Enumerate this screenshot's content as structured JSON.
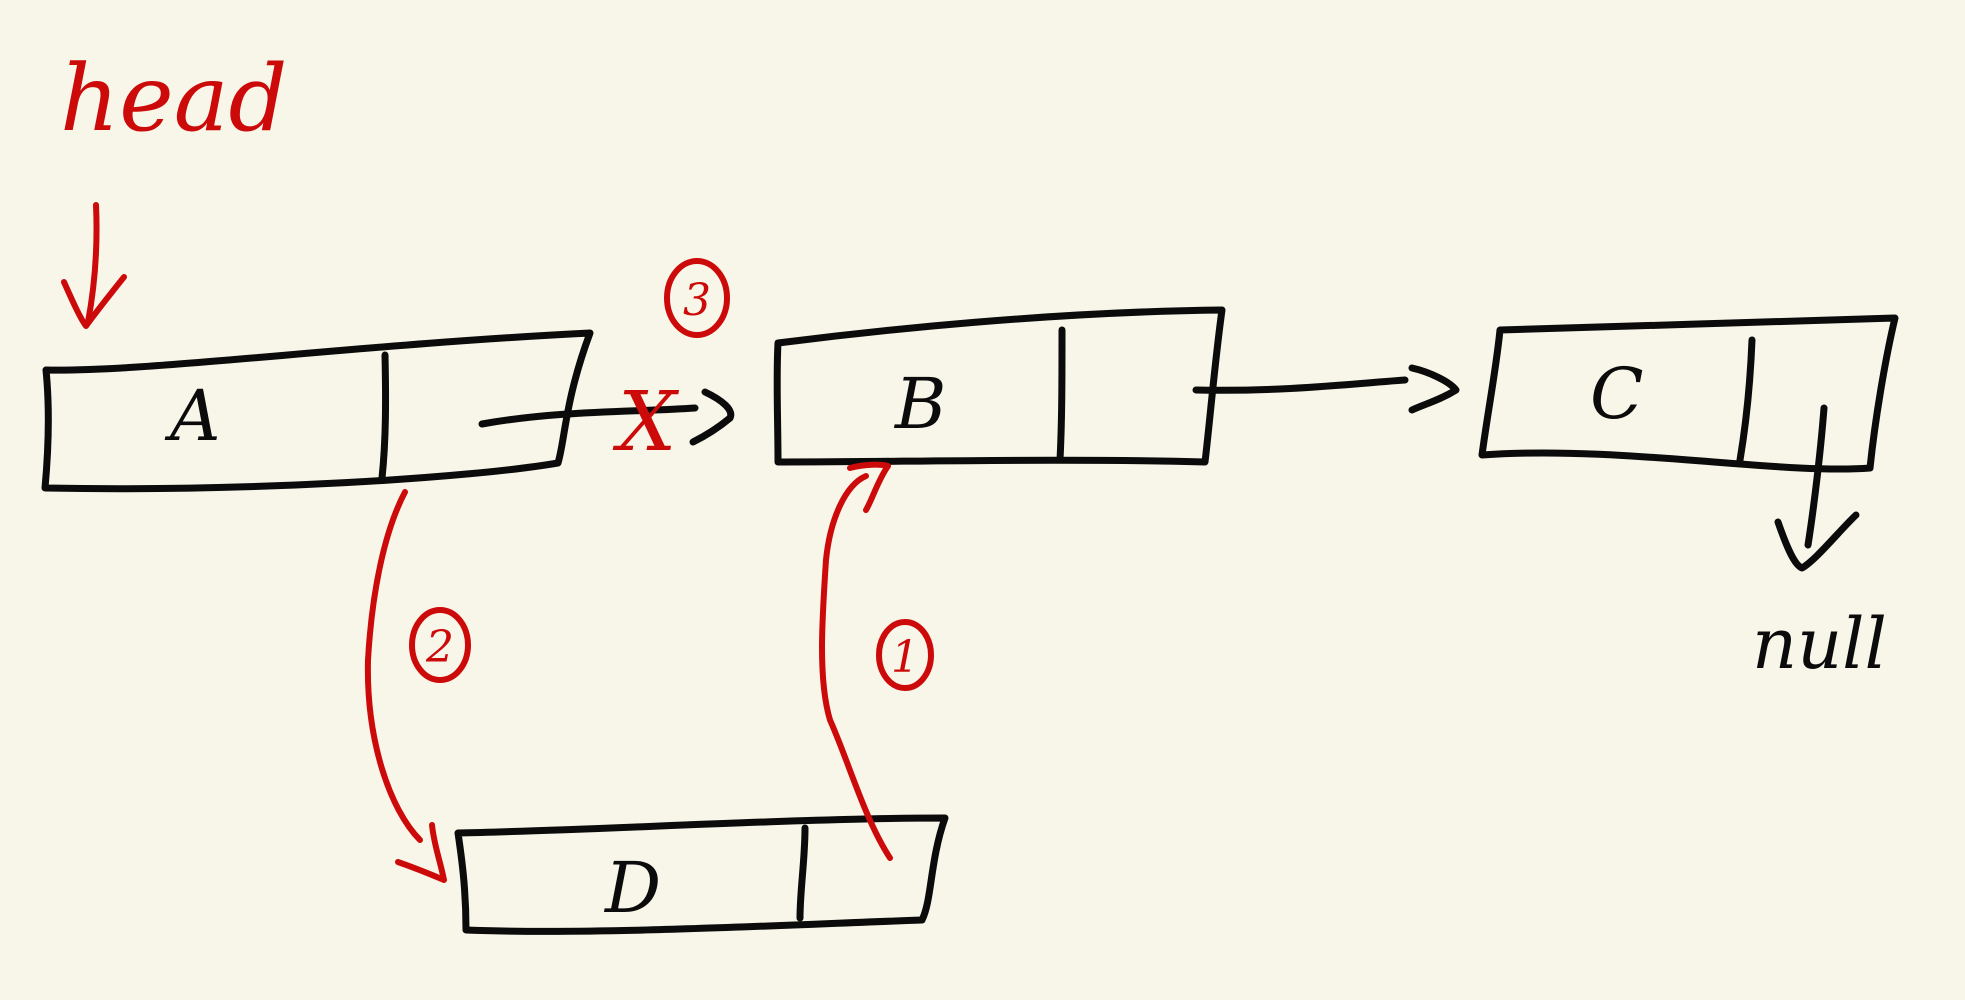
{
  "head_label": "head",
  "nodes": [
    {
      "id": "A",
      "label": "A"
    },
    {
      "id": "B",
      "label": "B"
    },
    {
      "id": "C",
      "label": "C"
    },
    {
      "id": "D",
      "label": "D"
    }
  ],
  "null_label": "null",
  "step_markers": {
    "first": "1",
    "second": "2",
    "third": "3"
  },
  "removed_link_mark": "X",
  "colors": {
    "background": "#f8f5e9",
    "ink": "#0b0b0b",
    "annotation": "#cc0a0a"
  }
}
